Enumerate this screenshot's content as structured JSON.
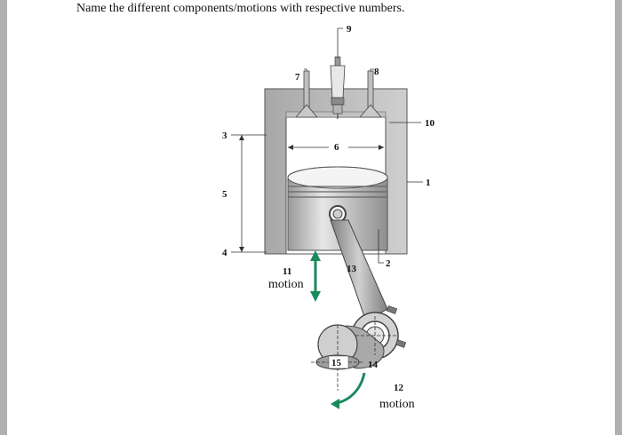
{
  "question": "Name the different components/motions with respective numbers.",
  "labels": {
    "n1": "1",
    "n2": "2",
    "n3": "3",
    "n4": "4",
    "n5": "5",
    "n6": "6",
    "n7": "7",
    "n8": "8",
    "n9": "9",
    "n10": "10",
    "n11": "11",
    "n12": "12",
    "n13": "13",
    "n14": "14",
    "n15": "15"
  },
  "motion_text": "motion",
  "colors": {
    "arrow": "#1a8a5c",
    "cylinder": "#bdbdbd",
    "piston": "#d8d8d8"
  }
}
